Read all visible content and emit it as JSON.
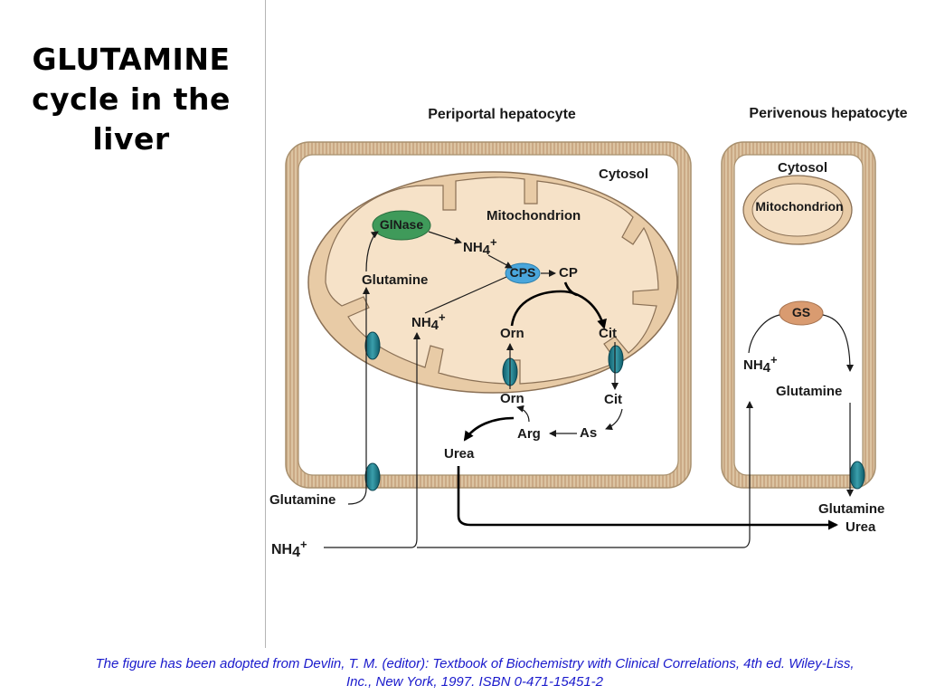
{
  "title": {
    "line1": "GLUTAMINE",
    "line2": "cycle in the",
    "line3": "liver"
  },
  "diagram": {
    "periportal": {
      "heading": "Periportal hepatocyte",
      "cytosol": "Cytosol",
      "mitochondrion": "Mitochondrion",
      "glnase": "GlNase",
      "nh4_a": "NH4+",
      "cps": "CPS",
      "cp": "CP",
      "glutamine": "Glutamine",
      "nh4_b": "NH4+",
      "orn_in": "Orn",
      "cit_in": "Cit",
      "orn_out": "Orn",
      "cit_out": "Cit",
      "arg": "Arg",
      "as": "As",
      "urea": "Urea"
    },
    "perivenous": {
      "heading": "Perivenous hepatocyte",
      "cytosol": "Cytosol",
      "mitochondrion": "Mitochondrion",
      "gs": "GS",
      "nh4": "NH4+",
      "glutamine": "Glutamine"
    },
    "inputs": {
      "glutamine": "Glutamine",
      "nh4": "NH4+"
    },
    "outputs": {
      "glutamine": "Glutamine",
      "urea": "Urea"
    },
    "colors": {
      "membrane": "#d9bf9c",
      "membrane_edge": "#a8906e",
      "cytosol": "#ffffff",
      "mito_fill": "#f5dfc2",
      "mito_edge": "#8a7055",
      "transporter": "#1d7b8a",
      "glnase": "#3f9a5a",
      "cps": "#4aa6dc",
      "gs": "#d99b70"
    }
  },
  "caption": {
    "line1": "The figure has been adopted from Devlin, T. M. (editor): Textbook of Biochemistry with Clinical Correlations, 4th ed. Wiley-Liss,",
    "line2": "Inc., New York, 1997. ISBN 0-471-15451-2"
  }
}
